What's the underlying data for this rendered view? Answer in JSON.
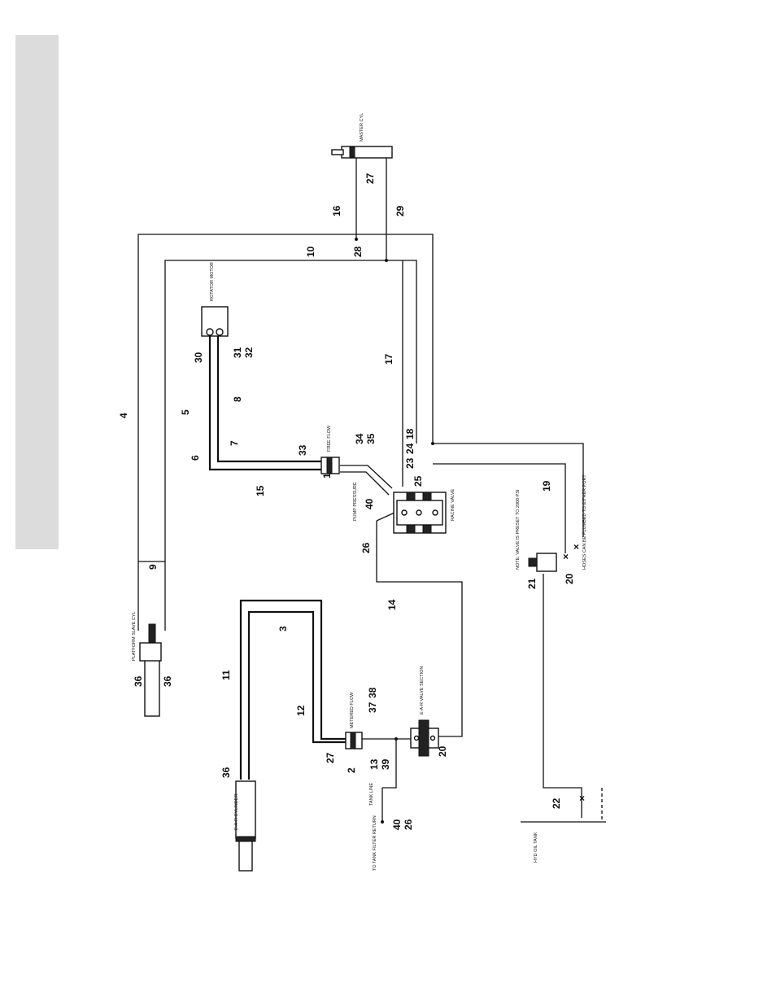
{
  "components": {
    "master_cyl": "MASTER CYL",
    "rotator_motor": "ROTATOR MOTOR",
    "platform_slave_cyl": "PLATFORM SLAVE CYL",
    "eair_cylinder": "E-A-R CYLINDER",
    "eair_valve_section": "E-A-R VALVE SECTION",
    "racine_valve": "RACINE VALVE",
    "hyd_oil_tank": "HYD OIL TANK",
    "free_flow": "FREE FLOW",
    "metered_flow": "METERED FLOW",
    "pump_pressure": "PUMP PRESSURE",
    "tank_line": "TANK LINE",
    "to_tank": "TO TANK FILTER RETURN",
    "note_valve": "NOTE: VALVE IS PRESET TO 2000 PSI",
    "hoses_note": "HOSES CAN BE PLUMBED TO EITHER PORT"
  },
  "callouts": {
    "c1": "1",
    "c2": "2",
    "c3": "3",
    "c4": "4",
    "c5": "5",
    "c6": "6",
    "c7": "7",
    "c8": "8",
    "c9": "9",
    "c10": "10",
    "c11": "11",
    "c12": "12",
    "c13": "13",
    "c14": "14",
    "c15": "15",
    "c16": "16",
    "c17": "17",
    "c18": "18",
    "c19": "19",
    "c20a": "20",
    "c20b": "20",
    "c21": "21",
    "c22": "22",
    "c23": "23",
    "c24": "24",
    "c25": "25",
    "c26a": "26",
    "c26b": "26",
    "c27a": "27",
    "c27b": "27",
    "c28": "28",
    "c29": "29",
    "c30": "30",
    "c31": "31",
    "c32": "32",
    "c33": "33",
    "c34": "34",
    "c35": "35",
    "c36a": "36",
    "c36b": "36",
    "c36c": "36",
    "c37": "37",
    "c38": "38",
    "c39": "39",
    "c40a": "40",
    "c40b": "40"
  }
}
